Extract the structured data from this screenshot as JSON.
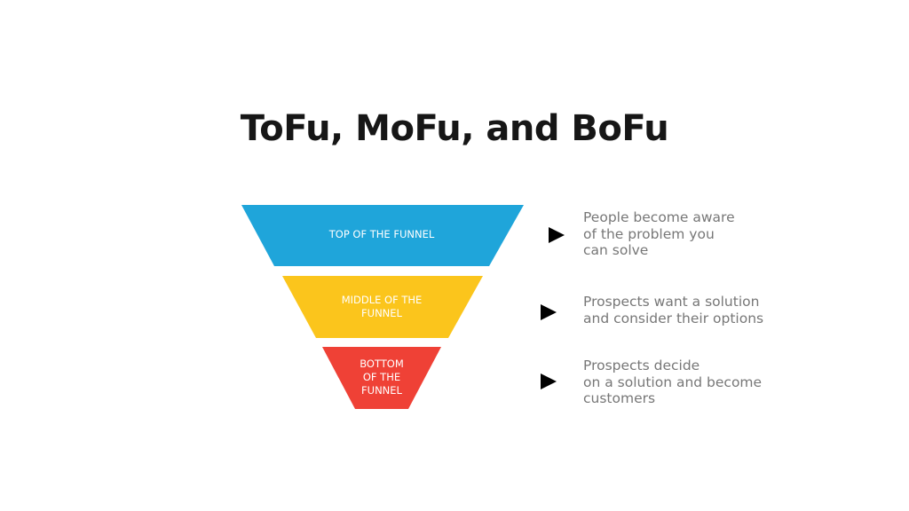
{
  "title": "ToFu, MoFu, and BoFu",
  "funnel": {
    "stages": [
      {
        "id": "top",
        "label_lines": [
          "TOP OF THE FUNNEL"
        ],
        "color": "#1fa5da",
        "description_lines": [
          "People become aware",
          "of the problem you",
          "can solve"
        ]
      },
      {
        "id": "middle",
        "label_lines": [
          "MIDDLE OF THE",
          "FUNNEL"
        ],
        "color": "#fbc51c",
        "description_lines": [
          "Prospects want a solution",
          "and consider their options"
        ]
      },
      {
        "id": "bottom",
        "label_lines": [
          "BOTTOM",
          "OF THE",
          "FUNNEL"
        ],
        "color": "#ef4136",
        "description_lines": [
          "Prospects decide",
          "on a solution and become",
          "customers"
        ]
      }
    ],
    "arrow_color": "#000000",
    "description_color": "#777777"
  }
}
